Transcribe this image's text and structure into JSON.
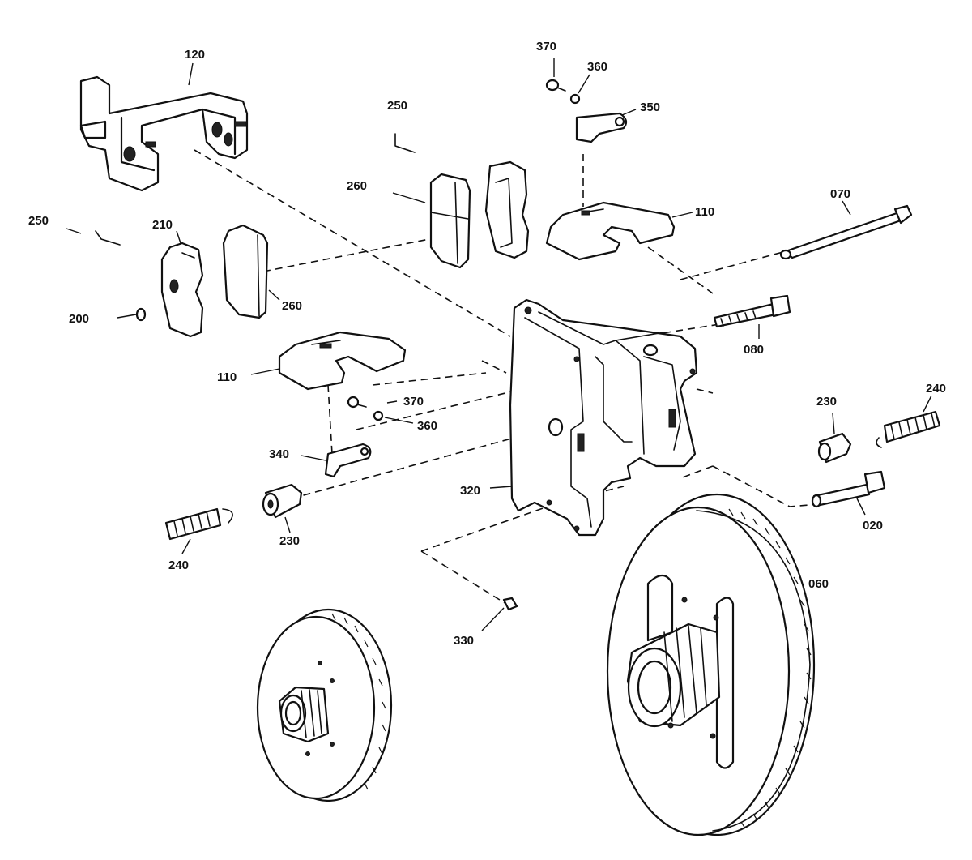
{
  "callouts": {
    "c120": "120",
    "c370_top": "370",
    "c360_top": "360",
    "c350": "350",
    "c250_top": "250",
    "c260_top": "260",
    "c110_right": "110",
    "c070": "070",
    "c250_left": "250",
    "c210": "210",
    "c260_left": "260",
    "c200": "200",
    "c080": "080",
    "c110_left": "110",
    "c370_mid": "370",
    "c360_mid": "360",
    "c230_right": "230",
    "c240_right": "240",
    "c340": "340",
    "c320": "320",
    "c020": "020",
    "c240_left": "240",
    "c230_left": "230",
    "c060": "060",
    "c330": "330"
  },
  "colors": {
    "ink": "#111111",
    "paper": "#ffffff"
  }
}
